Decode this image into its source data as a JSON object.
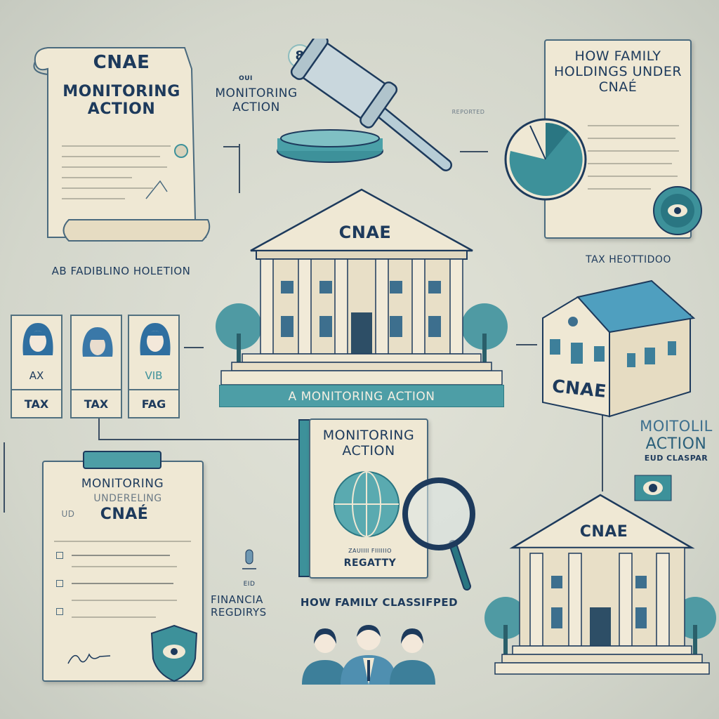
{
  "scroll": {
    "title": "CNAE",
    "subtitle": "MONITORING ACTION"
  },
  "badge": {
    "number": "8"
  },
  "gavel_caption": {
    "small": "OUI",
    "title": "MONITORING ACTION"
  },
  "reported_label": "REPORTED",
  "top_right_doc": {
    "title": "HOW FAMILY HOLDINGS UNDER CNAÉ"
  },
  "tax_caption": "TAX HEOTTIDOO",
  "left_caption": "AB FADIBLINO HOLETION",
  "main_building": {
    "pediment": "CNAE",
    "banner": "A MONITORING ACTION"
  },
  "cards": [
    {
      "sub": "AX",
      "label": "TAX"
    },
    {
      "sub": "",
      "label": "TAX"
    },
    {
      "sub": "VIB",
      "label": "FAG"
    }
  ],
  "house": {
    "label": "CNAE"
  },
  "right_caption": {
    "line1": "MOITOLIL",
    "line2": "ACTION",
    "line3": "EUD CLASPAR"
  },
  "bottom_building": {
    "pediment": "CNAE"
  },
  "clipboard": {
    "line1": "MONITORING",
    "line2": "UNDERELING",
    "prefix": "UD",
    "line3": "CNAÉ"
  },
  "book": {
    "title": "MONITORING ACTION",
    "small": "ZAUIIII FIIIIIIO",
    "footer": "REGATTY"
  },
  "financial_caption": {
    "small": "EID",
    "line1": "FINANCIA",
    "line2": "REGDIRYS"
  },
  "family_caption": "HOW FAMILY CLASSIFPED",
  "colors": {
    "teal": "#3d919a",
    "navy": "#1d3a5c",
    "paper": "#efe8d4",
    "background": "#d9dbd0"
  }
}
